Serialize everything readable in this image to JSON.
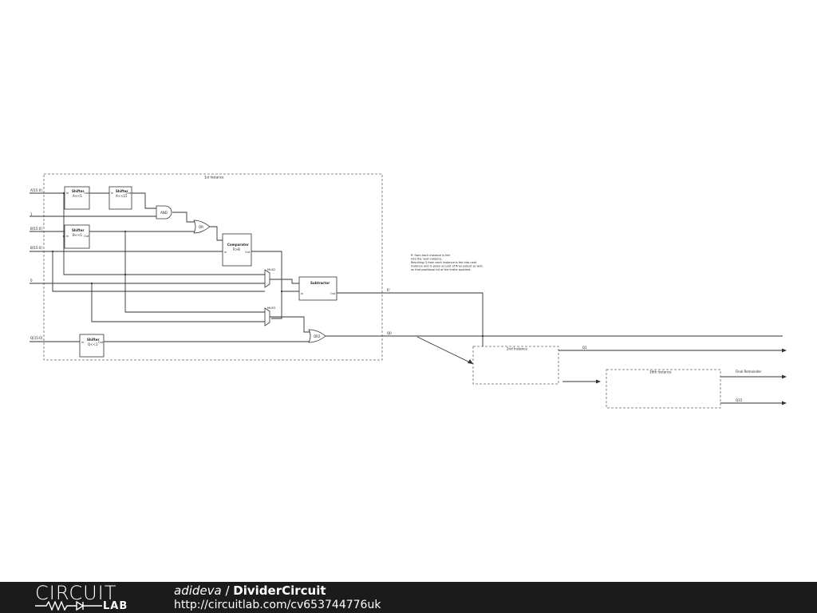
{
  "diagram": {
    "instances": {
      "first": "1st Instance",
      "second": "2nd Instance",
      "last": "16th Instance"
    },
    "inputs": {
      "a": "A[15:0]",
      "one": "1",
      "b_top": "B[15:0]",
      "b_mid": "B[15:0]",
      "zero": "0",
      "q": "Q[15:0]"
    },
    "blocks": {
      "shifter1_title": "Shifter",
      "shifter1_op": "A<<1",
      "shifter2_title": "Shifter",
      "shifter2_op": "A<<15",
      "shifter3_title": "Shifter",
      "shifter3_op": "B<<1",
      "shifter4_title": "Shifter",
      "shifter4_op": "Q<<1",
      "comparator_title": "Comparator",
      "comparator_op": "R>B",
      "subtractor": "Subtractor",
      "and_gate": "AND",
      "or_gate": "OR",
      "or_gate2": "OR2",
      "mux1": "MUX2",
      "mux2": "MUX3"
    },
    "port_labels": {
      "in": "in",
      "out": "Out",
      "a": "A",
      "b": "B"
    },
    "signals": {
      "r": "R'",
      "q0": "Q0",
      "q1": "Q1",
      "q15": "Q15",
      "final_remainder": "Final Remainder"
    },
    "note": [
      "R' from each instance is fed",
      "into the next instance.",
      "Resulting Q from each instance is fed into next",
      "instance and is given as part of final output as well,",
      "as that positional bit of the entire quotient."
    ]
  },
  "footer": {
    "logo_top": "CIRCUIT",
    "logo_bottom": "LAB",
    "author": "adideva",
    "separator": " / ",
    "title": "DividerCircuit",
    "url": "http://circuitlab.com/cv653744776uk"
  }
}
